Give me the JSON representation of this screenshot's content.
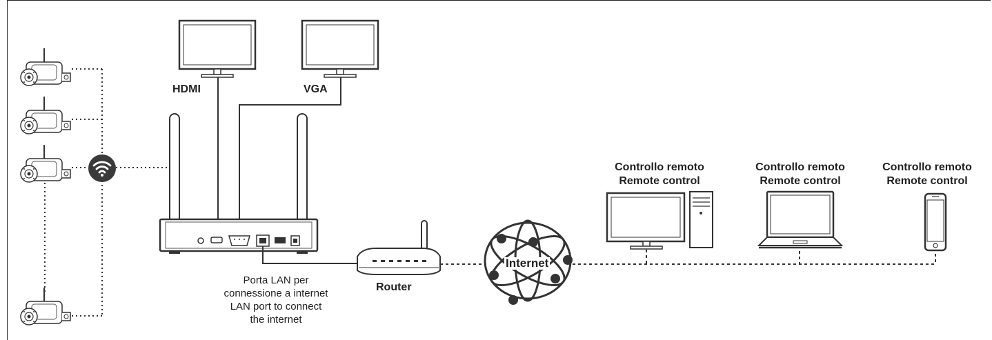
{
  "labels": {
    "hdmi": "HDMI",
    "vga": "VGA",
    "router": "Router",
    "internet": "Internet",
    "lan_port": [
      "Porta LAN per",
      "connessione a internet",
      "LAN port to connect",
      "the internet"
    ]
  },
  "remote_clients": [
    {
      "device": "desktop-computer",
      "label_it": "Controllo remoto",
      "label_en": "Remote control"
    },
    {
      "device": "laptop",
      "label_it": "Controllo remoto",
      "label_en": "Remote control"
    },
    {
      "device": "smartphone",
      "label_it": "Controllo remoto",
      "label_en": "Remote control"
    }
  ],
  "cameras": {
    "count": 4
  },
  "icons": [
    "bullet-camera-icon",
    "wifi-icon",
    "monitor-icon",
    "nvr-recorder-icon",
    "antenna-icon",
    "router-icon",
    "globe-icon",
    "desktop-computer-icon",
    "laptop-icon",
    "smartphone-icon"
  ],
  "colors": {
    "line": "#333333",
    "wifi_badge": "#3a3a3a",
    "background": "#ffffff"
  }
}
